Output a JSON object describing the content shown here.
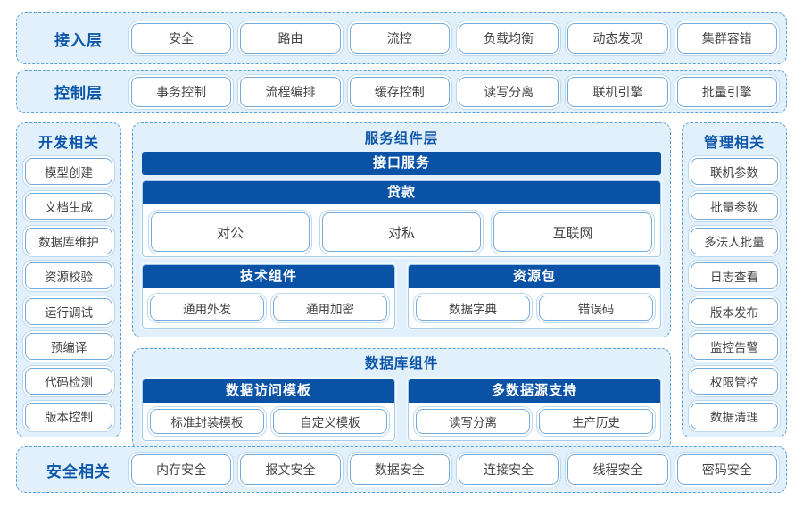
{
  "theme": {
    "accent_blue": "#0a52a6",
    "panel_fill": "#e2f0fb",
    "panel_border": "#5b9fd8",
    "pill_border": "#74a9dd",
    "text": "#444444"
  },
  "access_layer": {
    "title": "接入层",
    "items": [
      "安全",
      "路由",
      "流控",
      "负载均衡",
      "动态发现",
      "集群容错"
    ]
  },
  "control_layer": {
    "title": "控制层",
    "items": [
      "事务控制",
      "流程编排",
      "缓存控制",
      "读写分离",
      "联机引擎",
      "批量引擎"
    ]
  },
  "dev_sidebar": {
    "title": "开发相关",
    "items": [
      "模型创建",
      "文档生成",
      "数据库维护",
      "资源校验",
      "运行调试",
      "预编译",
      "代码检测",
      "版本控制"
    ]
  },
  "mgmt_sidebar": {
    "title": "管理相关",
    "items": [
      "联机参数",
      "批量参数",
      "多法人批量",
      "日志查看",
      "版本发布",
      "监控告警",
      "权限管控",
      "数据清理"
    ]
  },
  "service_panel": {
    "title": "服务组件层",
    "interface_service": "接口服务",
    "loan": {
      "title": "贷款",
      "items": [
        "对公",
        "对私",
        "互联网"
      ]
    },
    "tech_components": {
      "title": "技术组件",
      "items": [
        "通用外发",
        "通用加密"
      ]
    },
    "resource_package": {
      "title": "资源包",
      "items": [
        "数据字典",
        "错误码"
      ]
    }
  },
  "db_panel": {
    "title": "数据库组件",
    "access_template": {
      "title": "数据访问模板",
      "items": [
        "标准封装模板",
        "自定义模板"
      ]
    },
    "multi_datasource": {
      "title": "多数据源支持",
      "items": [
        "读写分离",
        "生产历史"
      ]
    }
  },
  "security_layer": {
    "title": "安全相关",
    "items": [
      "内存安全",
      "报文安全",
      "数据安全",
      "连接安全",
      "线程安全",
      "密码安全"
    ]
  }
}
